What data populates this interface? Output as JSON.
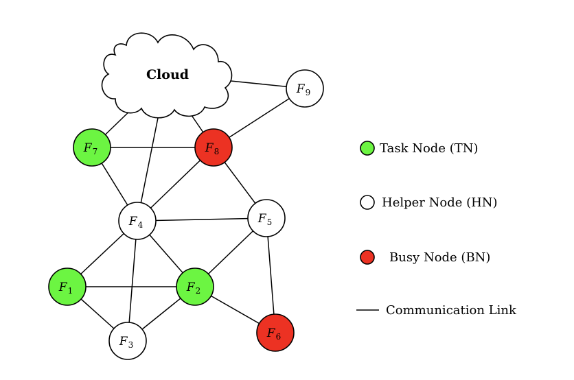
{
  "cloud": {
    "label": "Cloud"
  },
  "colors": {
    "task": "#6cf542",
    "helper": "#ffffff",
    "busy": "#ec3223",
    "outline": "#000000"
  },
  "nodes": [
    {
      "id": "F1",
      "main": "F",
      "sub": "1",
      "type": "task"
    },
    {
      "id": "F2",
      "main": "F",
      "sub": "2",
      "type": "task"
    },
    {
      "id": "F3",
      "main": "F",
      "sub": "3",
      "type": "helper"
    },
    {
      "id": "F4",
      "main": "F",
      "sub": "4",
      "type": "helper"
    },
    {
      "id": "F5",
      "main": "F",
      "sub": "5",
      "type": "helper"
    },
    {
      "id": "F6",
      "main": "F",
      "sub": "6",
      "type": "busy"
    },
    {
      "id": "F7",
      "main": "F",
      "sub": "7",
      "type": "task"
    },
    {
      "id": "F8",
      "main": "F",
      "sub": "8",
      "type": "busy"
    },
    {
      "id": "F9",
      "main": "F",
      "sub": "9",
      "type": "helper"
    }
  ],
  "links": [
    [
      "Cloud",
      "F7"
    ],
    [
      "Cloud",
      "F4"
    ],
    [
      "Cloud",
      "F8"
    ],
    [
      "Cloud",
      "F9"
    ],
    [
      "F9",
      "F8"
    ],
    [
      "F7",
      "F8"
    ],
    [
      "F7",
      "F4"
    ],
    [
      "F8",
      "F4"
    ],
    [
      "F8",
      "F5"
    ],
    [
      "F4",
      "F5"
    ],
    [
      "F4",
      "F1"
    ],
    [
      "F4",
      "F2"
    ],
    [
      "F4",
      "F3"
    ],
    [
      "F5",
      "F2"
    ],
    [
      "F5",
      "F6"
    ],
    [
      "F1",
      "F2"
    ],
    [
      "F1",
      "F3"
    ],
    [
      "F2",
      "F3"
    ],
    [
      "F2",
      "F6"
    ]
  ],
  "legend": {
    "task": "Task Node (TN)",
    "helper": "Helper Node (HN)",
    "busy": "Busy Node (BN)",
    "link": "Communication Link"
  }
}
